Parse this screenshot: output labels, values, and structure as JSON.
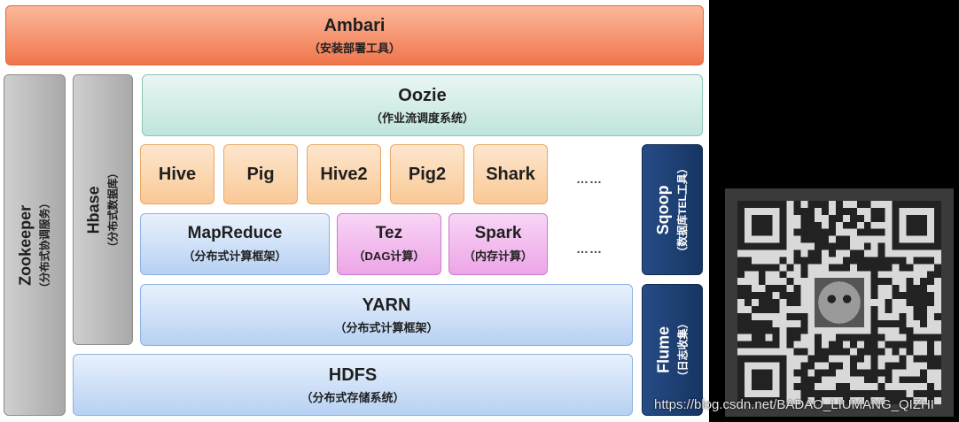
{
  "diagram": {
    "ambari": {
      "title": "Ambari",
      "subtitle": "（安装部署工具）"
    },
    "zookeeper": {
      "title": "Zookeeper",
      "subtitle": "（分布式协调服务）"
    },
    "hbase": {
      "title": "Hbase",
      "subtitle": "（分布式数据库）"
    },
    "oozie": {
      "title": "Oozie",
      "subtitle": "（作业流调度系统）"
    },
    "engines": [
      "Hive",
      "Pig",
      "Hive2",
      "Pig2",
      "Shark"
    ],
    "ellipsis": "……",
    "mapreduce": {
      "title": "MapReduce",
      "subtitle": "（分布式计算框架）"
    },
    "tez": {
      "title": "Tez",
      "subtitle": "（DAG计算）"
    },
    "spark": {
      "title": "Spark",
      "subtitle": "（内存计算）"
    },
    "sqoop": {
      "title": "Sqoop",
      "subtitle": "（数据库TEL工具）"
    },
    "yarn": {
      "title": "YARN",
      "subtitle": "（分布式计算框架）"
    },
    "flume": {
      "title": "Flume",
      "subtitle": "（日志收集）"
    },
    "hdfs": {
      "title": "HDFS",
      "subtitle": "（分布式存储系统）"
    }
  },
  "watermark": "https://blog.csdn.net/BADAO_LIUMANG_QIZHI",
  "qr_icon": "qr-code-icon"
}
